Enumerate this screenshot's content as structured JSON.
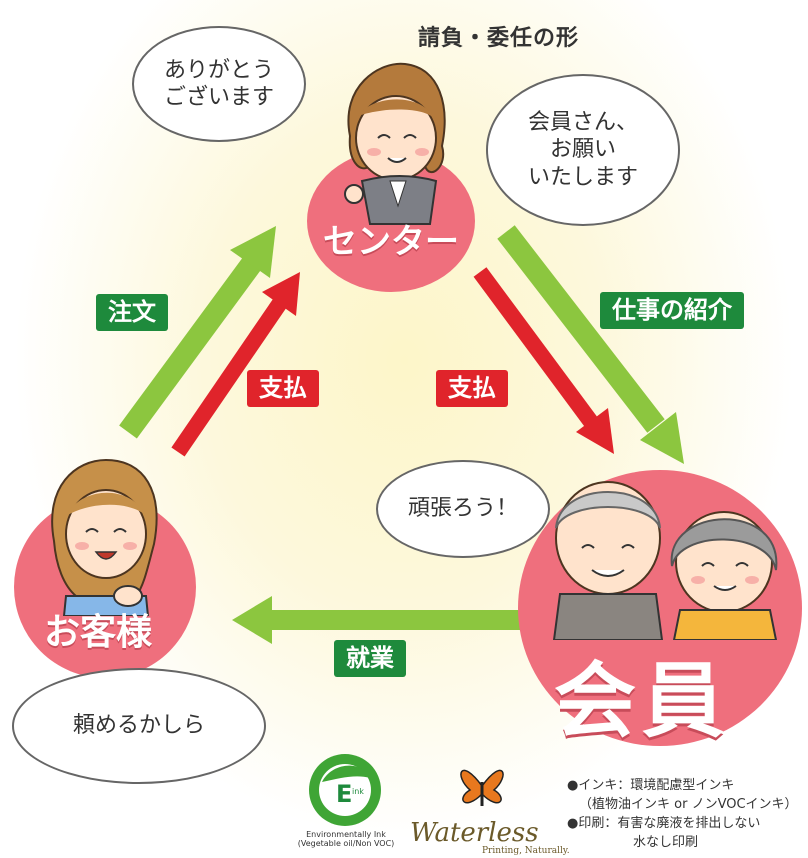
{
  "title": "請負・委任の形",
  "bubbles": {
    "center_thanks": "ありがとう\nございます",
    "center_request": "会員さん、\nお願い\nいたします",
    "member_cheer": "頑張ろう！",
    "customer_hope": "頼めるかしら"
  },
  "roles": {
    "center": "センター",
    "customer": "お客様",
    "member": "会員"
  },
  "flows": {
    "order": "注文",
    "pay_left": "支払",
    "pay_right": "支払",
    "job_intro": "仕事の紹介",
    "work": "就業"
  },
  "colors": {
    "green_arrow": "#8cc63f",
    "green_tag": "#1e8a3c",
    "red_arrow": "#e0242b",
    "role_pink": "#ef6f7d"
  },
  "logos": {
    "eink_label": "Environmentally Ink",
    "eink_sub": "(Vegetable oil/Non VOC)",
    "eink_mark": "ink",
    "waterless_text": "Waterless",
    "waterless_sub": "Printing, Naturally."
  },
  "legend": {
    "line1": "●インキ：環境配慮型インキ",
    "line2": "（植物油インキ or ノンVOCインキ）",
    "line3": "●印刷：有害な廃液を排出しない",
    "line4": "水なし印刷"
  }
}
